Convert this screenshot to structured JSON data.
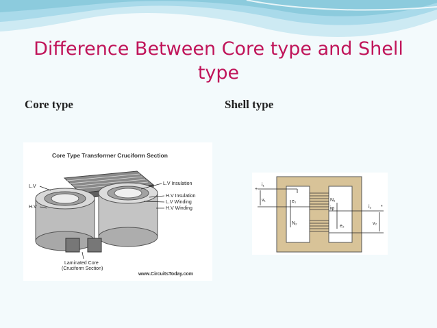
{
  "slide": {
    "title": "Difference Between Core type and Shell type",
    "columns": {
      "core": "Core type",
      "shell": "Shell type"
    }
  },
  "core_figure": {
    "title": "Core Type Transformer Cruciform Section",
    "labels": {
      "lv_left": "L.V",
      "hv_left": "H.V",
      "lv_insulation": "L.V Insulation",
      "hv_insulation": "H.V Insulation",
      "lv_winding": "L.V Winding",
      "hv_winding": "H.V Winding",
      "core_line1": "Laminated Core",
      "core_line2": "(Cruciform Section)",
      "watermark": "www.CircuitsToday.com"
    }
  },
  "shell_figure": {
    "labels": {
      "i1": "i₁",
      "v1": "v₁",
      "e1": "e₁",
      "N1": "N₁",
      "ig": "iφ",
      "N2": "N₂",
      "e2": "e₂",
      "i2": "i₂",
      "v2": "v₂",
      "plus": "+",
      "star": "*"
    }
  },
  "colors": {
    "title": "#c0155a",
    "wave_light": "#cdeaf3",
    "wave_dark": "#8ccbdd",
    "shell_core": "#d8c398"
  }
}
